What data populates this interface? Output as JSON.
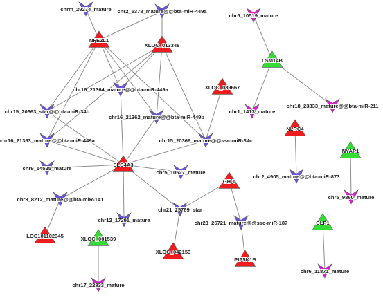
{
  "colors": {
    "red": "#ee1c1c",
    "green": "#33dd33",
    "purple": "#6b55e0",
    "magenta": "#e21bd8",
    "edge": "#8c8c8c"
  },
  "nodes": [
    {
      "id": "chrm_29274",
      "label": "chrm_29274_mature",
      "shape": "arrow-down",
      "color": "purple"
    },
    {
      "id": "chr2_5378",
      "label": "chr2_5378_mature@@bta-miR-449a",
      "shape": "arrow-down",
      "color": "purple"
    },
    {
      "id": "chr5_10519",
      "label": "chr5_10519_mature",
      "shape": "arrow-down",
      "color": "magenta"
    },
    {
      "id": "NFE2L1",
      "label": "NFE2L1",
      "shape": "triangle",
      "color": "red"
    },
    {
      "id": "XLOC_013348",
      "label": "XLOC_013348",
      "shape": "triangle",
      "color": "red"
    },
    {
      "id": "LSM14B",
      "label": "LSM14B",
      "shape": "triangle",
      "color": "green"
    },
    {
      "id": "chr16_21364",
      "label": "chr16_21364_mature@@bta-miR-449a",
      "shape": "arrow-down",
      "color": "purple"
    },
    {
      "id": "XLOC_089667",
      "label": "XLOC_089667",
      "shape": "triangle",
      "color": "red"
    },
    {
      "id": "chr15_20363",
      "label": "chr15_20363_star@@bta-miR-34b",
      "shape": "arrow-down",
      "color": "purple"
    },
    {
      "id": "chr1_1413",
      "label": "chr1_1413_mature",
      "shape": "arrow-down",
      "color": "magenta"
    },
    {
      "id": "chr18_23333",
      "label": "chr18_23333_mature@@bta-miR-211",
      "shape": "arrow-down",
      "color": "magenta"
    },
    {
      "id": "chr16_21362",
      "label": "chr16_21362_mature@@bta-miR-449b",
      "shape": "arrow-down",
      "color": "purple"
    },
    {
      "id": "NLRC4",
      "label": "NLRC4",
      "shape": "triangle",
      "color": "red"
    },
    {
      "id": "chr16_21363",
      "label": "chr16_21363_mature@@bta-miR-449a",
      "shape": "arrow-down",
      "color": "purple"
    },
    {
      "id": "chr15_20366",
      "label": "chr15_20366_mature@@ssc-miR-34c",
      "shape": "arrow-down",
      "color": "purple"
    },
    {
      "id": "NYAP1",
      "label": "NYAP1",
      "shape": "triangle",
      "color": "green"
    },
    {
      "id": "chr9_14525",
      "label": "chr9_14525_mature",
      "shape": "arrow-down",
      "color": "purple"
    },
    {
      "id": "SLC4A3",
      "label": "SLC4A3",
      "shape": "triangle",
      "color": "red"
    },
    {
      "id": "chr5_10527",
      "label": "chr5_10527_mature",
      "shape": "arrow-down",
      "color": "purple"
    },
    {
      "id": "chr2_4905",
      "label": "chr2_4905_mature@@bta-miR-873",
      "shape": "arrow-down",
      "color": "purple"
    },
    {
      "id": "GHT",
      "label": "GH-T",
      "shape": "triangle",
      "color": "red"
    },
    {
      "id": "chr5_9860",
      "label": "chr5_9860_mature",
      "shape": "arrow-down",
      "color": "magenta"
    },
    {
      "id": "chr3_8212",
      "label": "chr3_8212_mature@@bta-miR-141",
      "shape": "arrow-down",
      "color": "purple"
    },
    {
      "id": "chr21_25769",
      "label": "chr21_25769_star",
      "shape": "arrow-down",
      "color": "purple"
    },
    {
      "id": "chr12_17291",
      "label": "chr12_17291_mature",
      "shape": "arrow-down",
      "color": "purple"
    },
    {
      "id": "chr23_26721",
      "label": "chr23_26721_mature@@ssc-miR-187",
      "shape": "arrow-down",
      "color": "purple"
    },
    {
      "id": "CLP1",
      "label": "CLP1",
      "shape": "triangle",
      "color": "green"
    },
    {
      "id": "LOC101102345",
      "label": "LOC101102345",
      "shape": "triangle",
      "color": "red"
    },
    {
      "id": "XLOC_001539",
      "label": "XLOC_001539",
      "shape": "triangle",
      "color": "green"
    },
    {
      "id": "XLOC_042153",
      "label": "XLOC_042153",
      "shape": "triangle",
      "color": "red"
    },
    {
      "id": "PIP5K1B",
      "label": "PIP5K1B",
      "shape": "triangle",
      "color": "red"
    },
    {
      "id": "chr6_11871",
      "label": "chr6_11871_mature",
      "shape": "arrow-down",
      "color": "magenta"
    },
    {
      "id": "chr17_22833",
      "label": "chr17_22833_mature",
      "shape": "arrow-down",
      "color": "magenta"
    }
  ],
  "edges": [
    [
      "NFE2L1",
      "chrm_29274"
    ],
    [
      "NFE2L1",
      "chr2_5378"
    ],
    [
      "NFE2L1",
      "chr15_20363"
    ],
    [
      "NFE2L1",
      "chr16_21363"
    ],
    [
      "NFE2L1",
      "chr16_21364"
    ],
    [
      "NFE2L1",
      "chr16_21362"
    ],
    [
      "NFE2L1",
      "chr15_20366"
    ],
    [
      "XLOC_013348",
      "chr2_5378"
    ],
    [
      "XLOC_013348",
      "chr16_21364"
    ],
    [
      "XLOC_013348",
      "chr16_21362"
    ],
    [
      "XLOC_013348",
      "chr15_20363"
    ],
    [
      "XLOC_013348",
      "chr16_21363"
    ],
    [
      "XLOC_013348",
      "chr15_20366"
    ],
    [
      "LSM14B",
      "chr5_10519"
    ],
    [
      "LSM14B",
      "chr1_1413"
    ],
    [
      "LSM14B",
      "chr18_23333"
    ],
    [
      "XLOC_089667",
      "chr15_20366"
    ],
    [
      "SLC4A3",
      "chr16_21364"
    ],
    [
      "SLC4A3",
      "chr16_21362"
    ],
    [
      "SLC4A3",
      "chr15_20363"
    ],
    [
      "SLC4A3",
      "chr16_21363"
    ],
    [
      "SLC4A3",
      "chr15_20366"
    ],
    [
      "SLC4A3",
      "chr9_14525"
    ],
    [
      "SLC4A3",
      "chr5_10527"
    ],
    [
      "SLC4A3",
      "chr3_8212"
    ],
    [
      "SLC4A3",
      "chr12_17291"
    ],
    [
      "SLC4A3",
      "chr21_25769"
    ],
    [
      "NLRC4",
      "chr2_4905"
    ],
    [
      "NYAP1",
      "chr5_9860"
    ],
    [
      "GHT",
      "chr21_25769"
    ],
    [
      "GHT",
      "chr23_26721"
    ],
    [
      "LOC101102345",
      "chr3_8212"
    ],
    [
      "XLOC_042153",
      "chr21_25769"
    ],
    [
      "PIP5K1B",
      "chr23_26721"
    ],
    [
      "CLP1",
      "chr6_11871"
    ],
    [
      "XLOC_001539",
      "chr17_22833"
    ]
  ]
}
